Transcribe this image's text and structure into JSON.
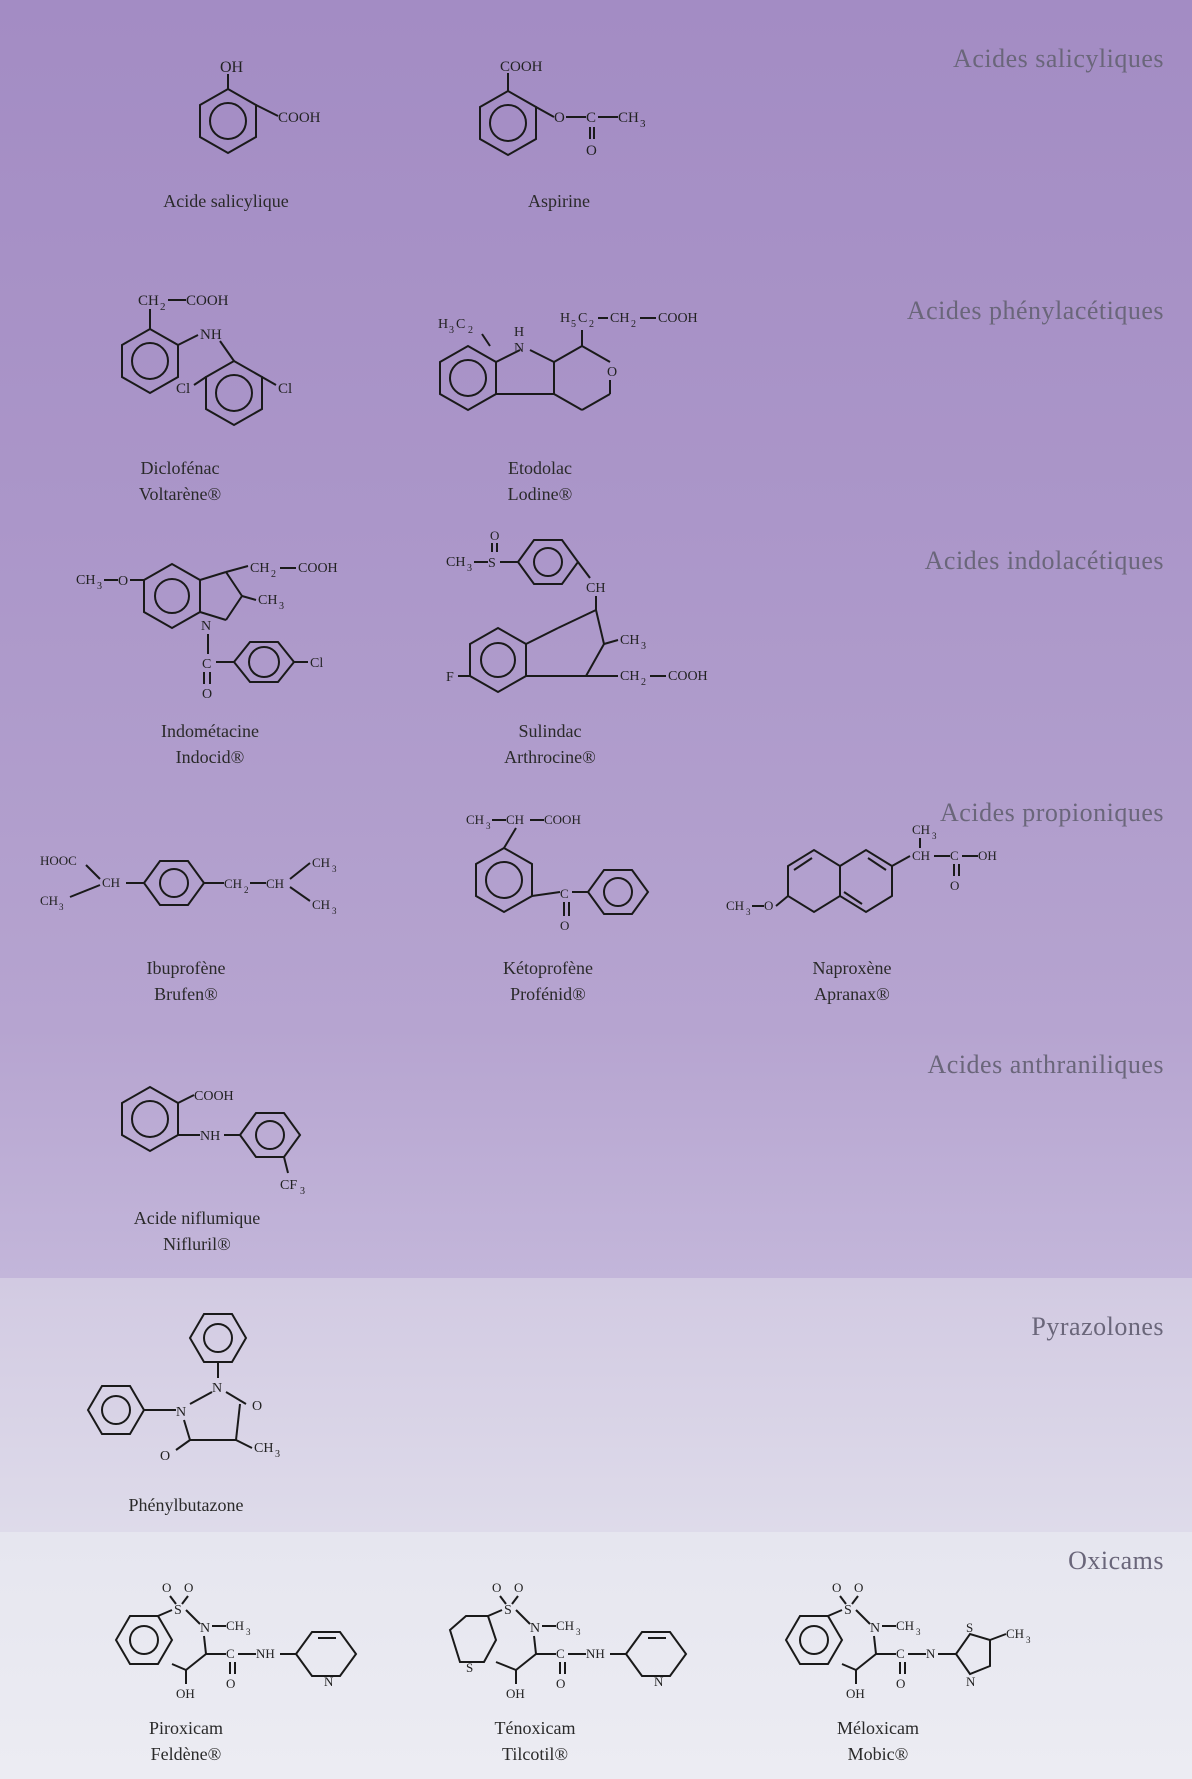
{
  "sections": [
    {
      "title": "Acides salicyliques",
      "compounds": [
        {
          "name": "Acide salicylique",
          "brand": ""
        },
        {
          "name": "Aspirine",
          "brand": ""
        }
      ]
    },
    {
      "title": "Acides phénylacétiques",
      "compounds": [
        {
          "name": "Diclofénac",
          "brand": "Voltarène®"
        },
        {
          "name": "Etodolac",
          "brand": "Lodine®"
        }
      ]
    },
    {
      "title": "Acides indolacétiques",
      "compounds": [
        {
          "name": "Indométacine",
          "brand": "Indocid®"
        },
        {
          "name": "Sulindac",
          "brand": "Arthrocine®"
        }
      ]
    },
    {
      "title": "Acides propioniques",
      "compounds": [
        {
          "name": "Ibuprofène",
          "brand": "Brufen®"
        },
        {
          "name": "Kétoprofène",
          "brand": "Profénid®"
        },
        {
          "name": "Naproxène",
          "brand": "Apranax®"
        }
      ]
    },
    {
      "title": "Acides anthraniliques",
      "compounds": [
        {
          "name": "Acide niflumique",
          "brand": "Nifluril®"
        }
      ]
    },
    {
      "title": "Pyrazolones",
      "compounds": [
        {
          "name": "Phénylbutazone",
          "brand": ""
        }
      ]
    },
    {
      "title": "Oxicams",
      "compounds": [
        {
          "name": "Piroxicam",
          "brand": "Feldène®"
        },
        {
          "name": "Ténoxicam",
          "brand": "Tilcotil®"
        },
        {
          "name": "Méloxicam",
          "brand": "Mobic®"
        }
      ]
    }
  ],
  "colors": {
    "band_gradient": [
      "#a690c6",
      "#ab97ca",
      "#b3a1cf",
      "#bbaed6",
      "#c9bfde",
      "#dcd8e8",
      "#e9e9f1"
    ]
  }
}
